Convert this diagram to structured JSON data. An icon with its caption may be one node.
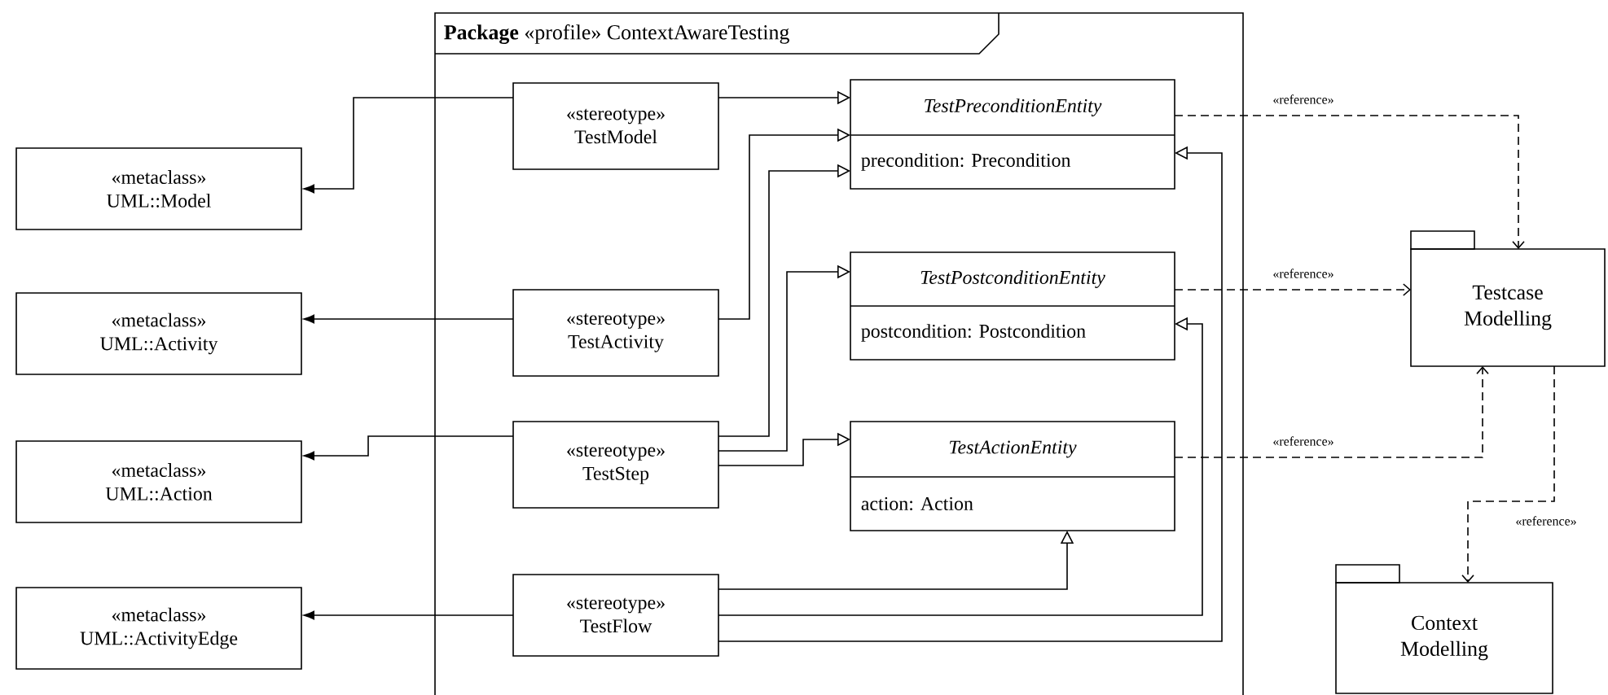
{
  "diagram": {
    "nodes": [
      {
        "text": [
          "**Package** «profile» ContextAwareTesting"
        ]
      },
      {
        "text": [
          "«stereotype»",
          "TestModel"
        ],
        "in": 0
      },
      {
        "text": [
          "TestPreconditionEntity",
          "precondition: Precondition"
        ],
        "in": 0
      },
      {
        "text": [
          "«stereotype»",
          "TestActivity"
        ],
        "in": 0
      },
      {
        "text": [
          "TestPostconditionEntity",
          "postcondition: Postcondition"
        ],
        "in": 0
      },
      {
        "text": [
          "«stereotype»",
          "TestStep"
        ],
        "in": 0
      },
      {
        "text": [
          "TestActionEntity",
          "action: Action"
        ],
        "in": 0
      },
      {
        "text": [
          "«stereotype»",
          "TestFlow"
        ],
        "in": 0
      },
      {
        "text": [
          "«metaclass»",
          "UML::Model"
        ]
      },
      {
        "text": [
          "«metaclass»",
          "UML::Activity"
        ]
      },
      {
        "text": [
          "«metaclass»",
          "UML::Action"
        ]
      },
      {
        "text": [
          "«metaclass»",
          "UML::ActivityEdge"
        ]
      },
      {
        "text": [
          "Testcase Modelling"
        ]
      },
      {
        "text": [
          "Context Modelling"
        ]
      }
    ],
    "edges": [
      {
        "from": 1,
        "to": 8,
        "arrow": "to"
      },
      {
        "from": 1,
        "to": 2,
        "arrow": "to"
      },
      {
        "from": 3,
        "to": 9,
        "arrow": "to"
      },
      {
        "from": 3,
        "to": 2,
        "arrow": "to"
      },
      {
        "from": 5,
        "to": 10,
        "arrow": "to"
      },
      {
        "from": 5,
        "to": 2,
        "arrow": "to"
      },
      {
        "from": 5,
        "to": 4,
        "arrow": "to"
      },
      {
        "from": 5,
        "to": 6,
        "arrow": "to"
      },
      {
        "from": 7,
        "to": 11,
        "arrow": "to"
      },
      {
        "from": 7,
        "to": 6,
        "arrow": "to"
      },
      {
        "from": 7,
        "to": 4,
        "arrow": "to"
      },
      {
        "from": 7,
        "to": 2,
        "arrow": "to"
      },
      {
        "from": 2,
        "to": 12,
        "arrow": "to",
        "label": "«reference»",
        "style": "dashed"
      },
      {
        "from": 4,
        "to": 12,
        "arrow": "to",
        "label": "«reference»",
        "style": "dashed"
      },
      {
        "from": 6,
        "to": 12,
        "arrow": "to",
        "label": "«reference»",
        "style": "dashed"
      },
      {
        "from": 12,
        "to": 13,
        "arrow": "to",
        "label": "«reference»",
        "style": "dashed"
      }
    ]
  }
}
